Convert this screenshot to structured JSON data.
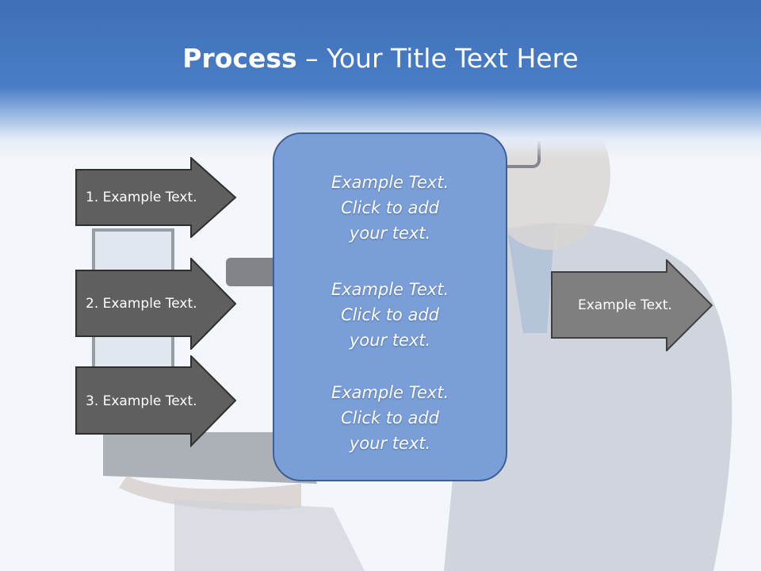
{
  "slide": {
    "title_bold": "Process",
    "title_rest": " – Your Title Text Here"
  },
  "left_arrows": [
    {
      "label": "1. Example Text."
    },
    {
      "label": "2. Example Text."
    },
    {
      "label": "3. Example Text."
    }
  ],
  "center_box": {
    "blocks": [
      {
        "line1": "Example Text.",
        "line2": "Click  to add",
        "line3": "your text."
      },
      {
        "line1": "Example Text.",
        "line2": "Click  to add",
        "line3": "your text."
      },
      {
        "line1": "Example Text.",
        "line2": "Click  to add",
        "line3": "your text."
      }
    ]
  },
  "right_arrow": {
    "label": "Example Text."
  },
  "colors": {
    "header_blue": "#4a7dc6",
    "dark_arrow": "#5f5f5f",
    "light_arrow": "#7f7f7f",
    "center_box_fill": "#7a9fd8"
  },
  "background_image": "man-with-laptop-photo"
}
